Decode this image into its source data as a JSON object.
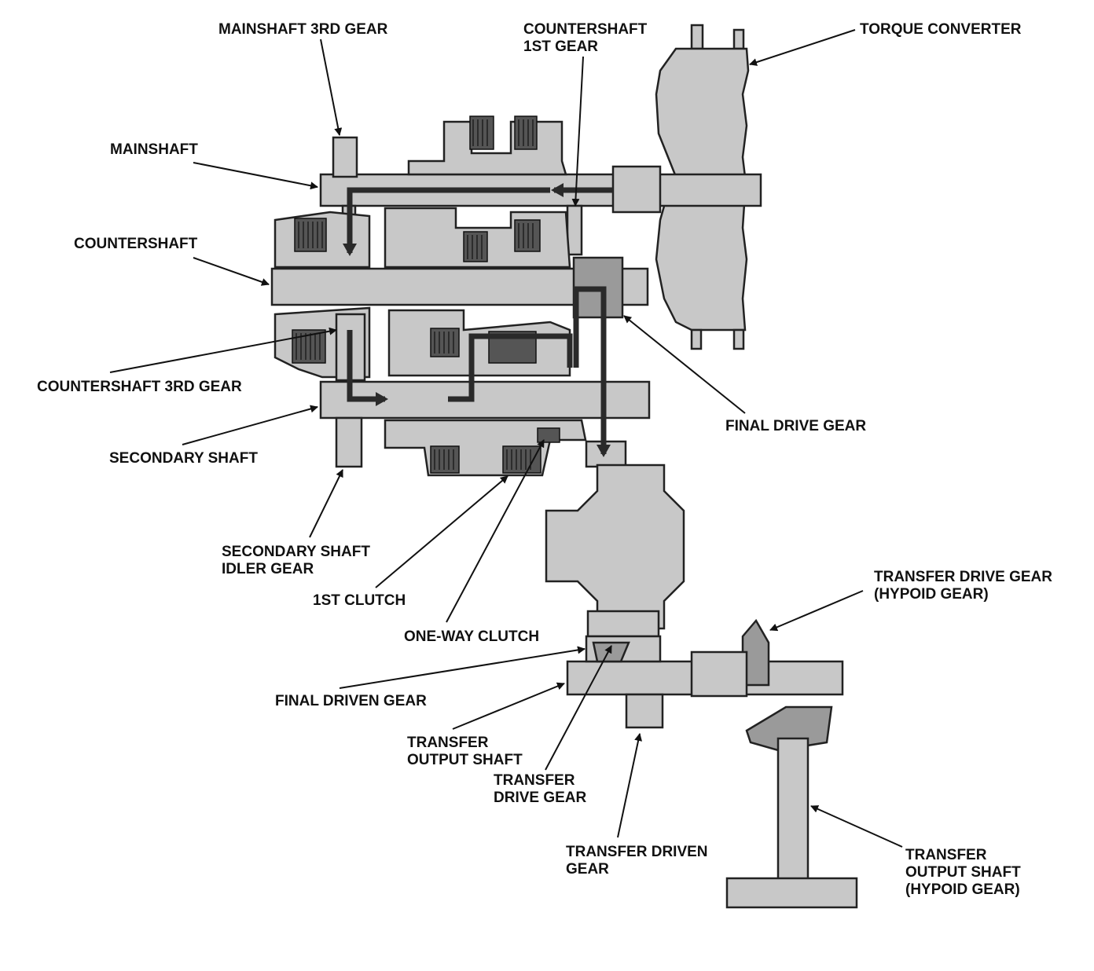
{
  "labels": {
    "mainshaft_3rd_gear": "MAINSHAFT 3RD GEAR",
    "countershaft_1st_gear_line1": "COUNTERSHAFT",
    "countershaft_1st_gear_line2": "1ST GEAR",
    "torque_converter": "TORQUE CONVERTER",
    "mainshaft": "MAINSHAFT",
    "countershaft": "COUNTERSHAFT",
    "countershaft_3rd_gear": "COUNTERSHAFT 3RD GEAR",
    "final_drive_gear": "FINAL DRIVE GEAR",
    "secondary_shaft": "SECONDARY SHAFT",
    "secondary_shaft_idler_gear_line1": "SECONDARY SHAFT",
    "secondary_shaft_idler_gear_line2": "IDLER GEAR",
    "first_clutch": "1ST CLUTCH",
    "one_way_clutch": "ONE-WAY CLUTCH",
    "transfer_drive_gear_hypoid_line1": "TRANSFER DRIVE GEAR",
    "transfer_drive_gear_hypoid_line2": "(HYPOID GEAR)",
    "final_driven_gear": "FINAL DRIVEN GEAR",
    "transfer_output_shaft_line1": "TRANSFER",
    "transfer_output_shaft_line2": "OUTPUT SHAFT",
    "transfer_drive_gear_line1": "TRANSFER",
    "transfer_drive_gear_line2": "DRIVE GEAR",
    "transfer_driven_gear_line1": "TRANSFER DRIVEN",
    "transfer_driven_gear_line2": "GEAR",
    "transfer_output_shaft_hypoid_line1": "TRANSFER",
    "transfer_output_shaft_hypoid_line2": "OUTPUT SHAFT",
    "transfer_output_shaft_hypoid_line3": "(HYPOID GEAR)"
  }
}
